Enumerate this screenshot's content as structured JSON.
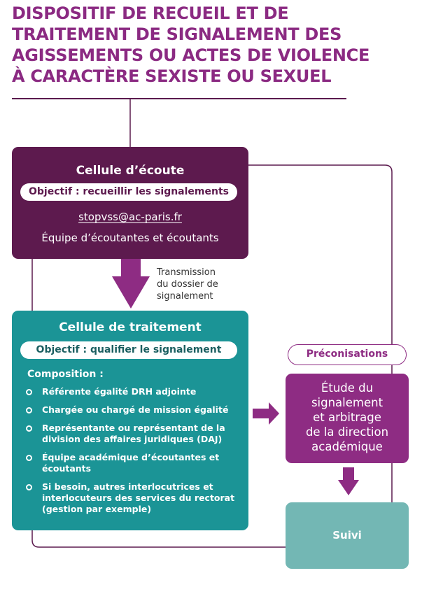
{
  "title_lines": [
    "DISPOSITIF DE RECUEIL ET DE",
    "TRAITEMENT DE SIGNALEMENT DES",
    "AGISSEMENTS OU ACTES DE VIOLENCE",
    "À CARACTÈRE SEXISTE OU SEXUEL"
  ],
  "cellule_ecoute": {
    "title": "Cellule d’écoute",
    "objective": "Objectif : recueillir les signalements",
    "email": "stopvss@ac-paris.fr",
    "team": "Équipe d’écoutantes et écoutants"
  },
  "transmission_lines": [
    "Transmission",
    "du dossier de",
    "signalement"
  ],
  "cellule_traitement": {
    "title": "Cellule de traitement",
    "objective": "Objectif : qualifier le signalement",
    "composition_label": "Composition :",
    "members": [
      "Référente égalité DRH adjointe",
      "Chargée ou chargé de mission égalité",
      "Représentante ou représentant de la division des affaires juridiques (DAJ)",
      "Équipe académique d’écoutantes et écoutants",
      "Si besoin, autres interlocutrices et interlocuteurs des services du rectorat (gestion par exemple)"
    ]
  },
  "preconisations": "Préconisations",
  "etude_lines": [
    "Étude du",
    "signalement",
    "et arbitrage",
    "de la direction",
    "académique"
  ],
  "suivi": "Suivi",
  "colors": {
    "title": "#8b2a82",
    "ecoute": "#5d1a4e",
    "traitement": "#1b9496",
    "etude": "#8e2c83",
    "suivi": "#73b7b4",
    "arrow": "#8e2c83"
  }
}
